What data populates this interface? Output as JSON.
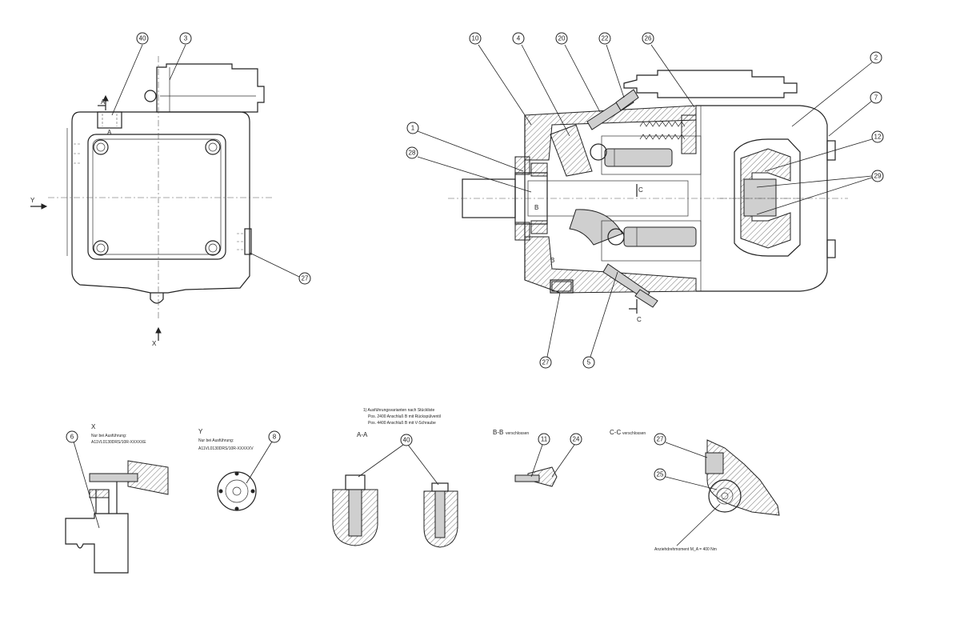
{
  "axes": {
    "y_label": "Y",
    "x_label": "X"
  },
  "section_marks": {
    "a": "A",
    "b": "B",
    "c": "C"
  },
  "balloons": {
    "b40_top": "40",
    "b3": "3",
    "b27_left": "27",
    "b10": "10",
    "b4": "4",
    "b20": "20",
    "b22": "22",
    "b26": "26",
    "b2": "2",
    "b7": "7",
    "b12": "12",
    "b29": "29",
    "b1": "1",
    "b28": "28",
    "b27_bottom": "27",
    "b5": "5",
    "b6": "6",
    "b8": "8",
    "b40_aa": "40",
    "b11": "11",
    "b24": "24",
    "b27_cc": "27",
    "b25": "25"
  },
  "details": {
    "x": {
      "title": "X",
      "line1": "Nur bei Ausführung:",
      "line2": "A11VL0130DRS/10R-XXXXXE"
    },
    "y": {
      "title": "Y",
      "line1": "Nur bei Ausführung:",
      "line2": "A11VL0130DRS/10R-XXXXXV"
    },
    "aa": {
      "title": "A-A",
      "note1": "1) Ausführungsvarianten nach Stückliste",
      "note2": "Pos. 2400 Anschluß B mit Rückspülventil",
      "note3": "Pos. 4400 Anschluß B mit V-Schraube"
    },
    "bb": {
      "title": "B-B",
      "subtitle": "verschlossen"
    },
    "cc": {
      "title": "C-C",
      "subtitle": "verschlossen",
      "torque": "Anziehdrehmoment M_A = 400 Nm"
    }
  }
}
